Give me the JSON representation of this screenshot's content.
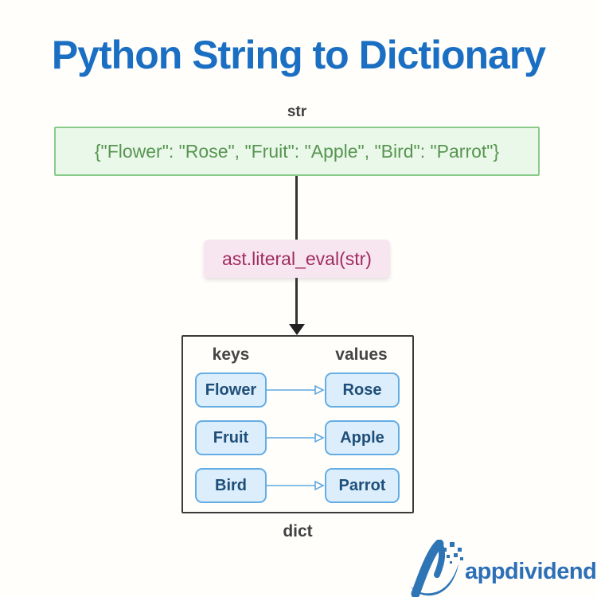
{
  "title": "Python String to Dictionary",
  "flow": {
    "source_type_label": "str",
    "source_string": "{\"Flower\": \"Rose\", \"Fruit\": \"Apple\", \"Bird\": \"Parrot\"}",
    "transform_call": "ast.literal_eval(str)",
    "result_type_label": "dict"
  },
  "dict_table": {
    "columns": [
      "keys",
      "values"
    ],
    "pairs": [
      {
        "key": "Flower",
        "value": "Rose"
      },
      {
        "key": "Fruit",
        "value": "Apple"
      },
      {
        "key": "Bird",
        "value": "Parrot"
      }
    ]
  },
  "logo": {
    "text": "appdividend"
  },
  "colors": {
    "title_blue": "#1b6fc3",
    "string_box_bg": "#eaf8ea",
    "string_box_border": "#8acb89",
    "string_box_text": "#579550",
    "transform_box_bg": "#f7e6f0",
    "transform_box_text": "#a02c60",
    "pill_bg": "#dceefb",
    "pill_border": "#64ade5",
    "pill_text": "#1f4e79",
    "arrow_dark": "#222222",
    "arrow_blue": "#5fa8e0",
    "logo_blue": "#2d6fb7"
  }
}
